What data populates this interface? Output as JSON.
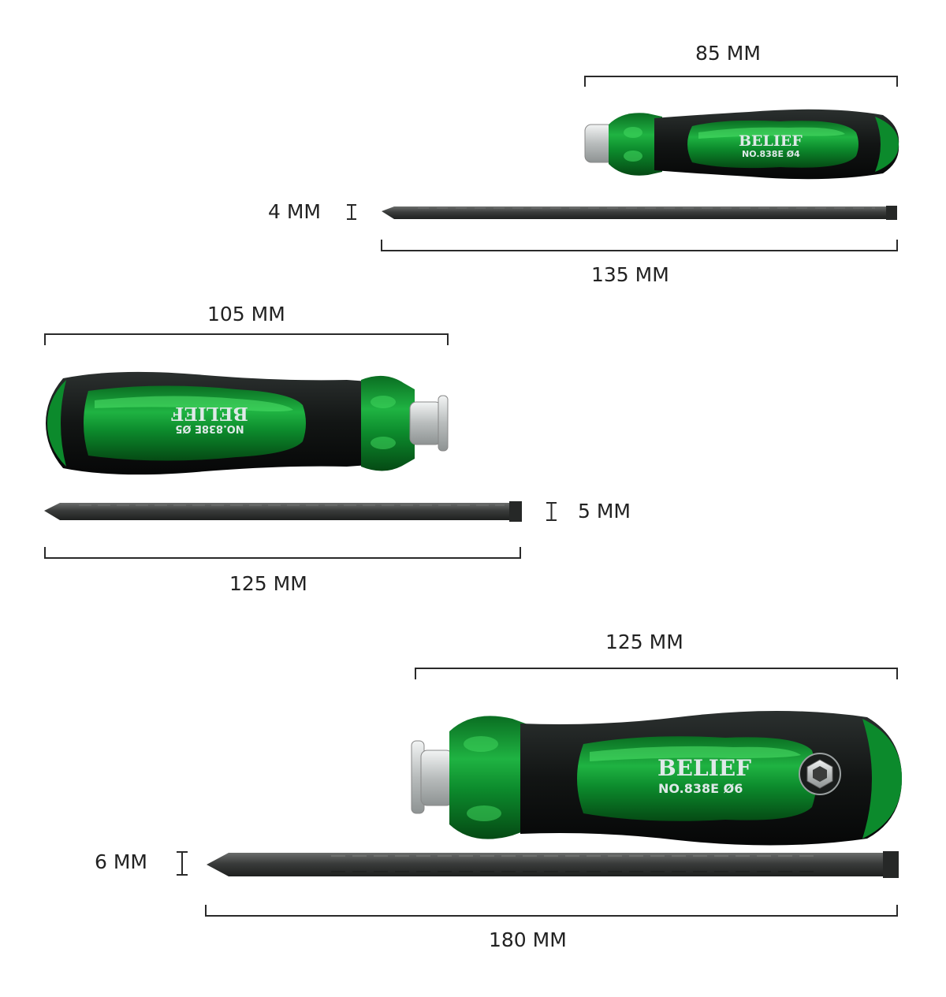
{
  "colors": {
    "handle_green": "#0f8a2e",
    "handle_green_light": "#3ed45a",
    "handle_black": "#161a19",
    "shaft": "#3f4140",
    "dimension_line": "#2a2a2a",
    "label_text": "#222222",
    "brand_text": "#dfe9e8"
  },
  "dimensions": {
    "small_handle_length": "85 MM",
    "small_bit_diameter": "4 MM",
    "small_bit_length": "135 MM",
    "medium_handle_length": "105 MM",
    "medium_bit_diameter": "5 MM",
    "medium_bit_length": "125 MM",
    "large_handle_length": "125 MM",
    "large_bit_diameter": "6 MM",
    "large_bit_length": "180 MM"
  },
  "handles": {
    "small": {
      "brand": "BELIEF",
      "model": "NO.838E  Ø4"
    },
    "medium": {
      "brand": "BELIEF",
      "model": "NO.838E  Ø5"
    },
    "large": {
      "brand": "BELIEF",
      "model": "NO.838E  Ø6"
    }
  }
}
